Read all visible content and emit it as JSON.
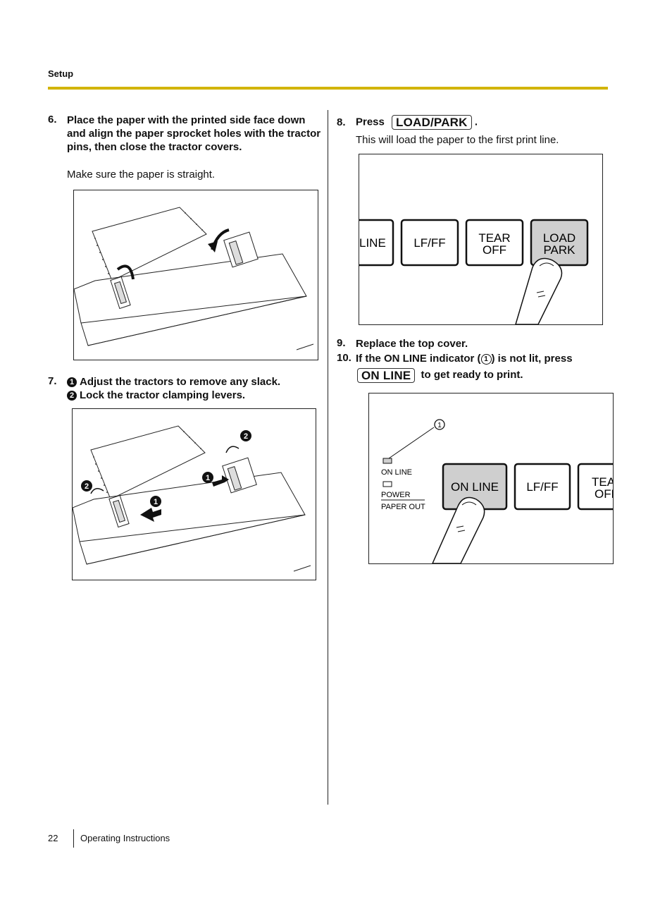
{
  "header": {
    "section": "Setup"
  },
  "steps": {
    "s6": {
      "num": "6.",
      "text": "Place the paper with the printed side face down and align the paper sprocket holes with the tractor pins, then close the tractor covers.",
      "note": "Make sure the paper is straight."
    },
    "s7": {
      "num": "7.",
      "marker1": "1",
      "line1": "Adjust the tractors to remove any slack.",
      "marker2": "2",
      "line2": "Lock the tractor clamping levers."
    },
    "s8": {
      "num": "8.",
      "press": "Press",
      "key": "LOAD/PARK",
      "period": ".",
      "note": "This will load the paper to the first print line."
    },
    "s9": {
      "num": "9.",
      "text": "Replace the top cover."
    },
    "s10": {
      "num": "10.",
      "text_a": "If the ON LINE indicator (",
      "marker": "1",
      "text_b": ") is not lit, press",
      "key": "ON LINE",
      "text_c": "to get ready to print."
    }
  },
  "figure8": {
    "buttons": [
      {
        "l1": "LINE",
        "l2": ""
      },
      {
        "l1": "LF/FF",
        "l2": ""
      },
      {
        "l1": "TEAR",
        "l2": "OFF"
      },
      {
        "l1": "LOAD",
        "l2": "PARK"
      }
    ]
  },
  "figure10": {
    "callout": "1",
    "ind_online": "ON LINE",
    "ind_power": "POWER",
    "ind_paperout": "PAPER OUT",
    "buttons": [
      {
        "l1": "ON LINE",
        "l2": ""
      },
      {
        "l1": "LF/FF",
        "l2": ""
      },
      {
        "l1": "TEA",
        "l2": "OFF"
      }
    ]
  },
  "figure7": {
    "callouts": [
      "1",
      "1",
      "2",
      "2"
    ]
  },
  "footer": {
    "page": "22",
    "title": "Operating Instructions"
  },
  "colors": {
    "accent_rule": "#d2b400",
    "pressed_button": "#cfcfcf"
  }
}
